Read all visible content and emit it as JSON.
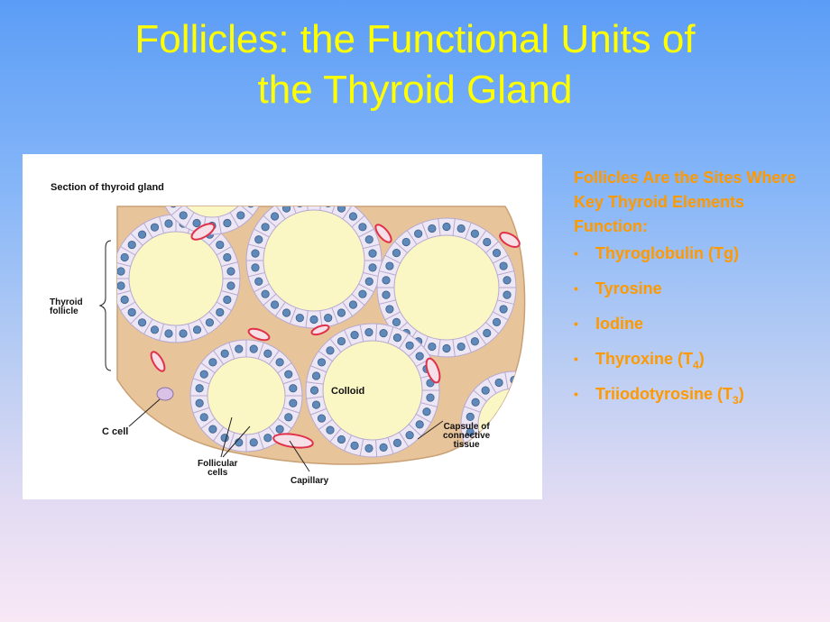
{
  "slide": {
    "title_line1": "Follicles: the Functional Units of",
    "title_line2": "the Thyroid Gland",
    "title_color": "#ffff00",
    "text_color": "#ff9900"
  },
  "figure": {
    "caption": "Section of thyroid gland",
    "labels": {
      "thyroid_follicle_line1": "Thyroid",
      "thyroid_follicle_line2": "follicle",
      "colloid": "Colloid",
      "c_cell": "C cell",
      "follicular_cells_line1": "Follicular",
      "follicular_cells_line2": "cells",
      "capillary": "Capillary",
      "capsule_line1": "Capsule of",
      "capsule_line2": "connective",
      "capsule_line3": "tissue"
    },
    "colors": {
      "colloid": "#fbf7c4",
      "cell": "#ece6f5",
      "nucleus": "#5f89b8",
      "connective_tissue": "#e8c49a",
      "capillary": "#e0304a"
    }
  },
  "content": {
    "heading": "Follicles Are the Sites Where Key Thyroid Elements Function:",
    "bullet_symbol": "•",
    "items": [
      {
        "text": "Thyroglobulin (Tg)",
        "sub": "",
        "suffix": ""
      },
      {
        "text": "Tyrosine",
        "sub": "",
        "suffix": ""
      },
      {
        "text": "Iodine",
        "sub": "",
        "suffix": ""
      },
      {
        "text": "Thyroxine (T",
        "sub": "4",
        "suffix": ")"
      },
      {
        "text": "Triiodotyrosine (T",
        "sub": "3",
        "suffix": ")"
      }
    ]
  }
}
